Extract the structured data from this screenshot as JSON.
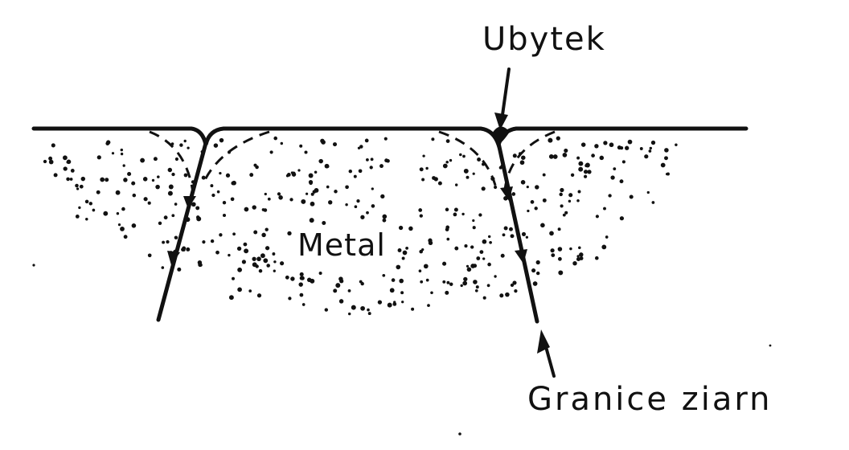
{
  "labels": {
    "loss": "Ubytek",
    "metal": "Metal",
    "grain_boundaries": "Granice ziarn"
  },
  "colors": {
    "ink": "#111111",
    "background": "#ffffff"
  }
}
